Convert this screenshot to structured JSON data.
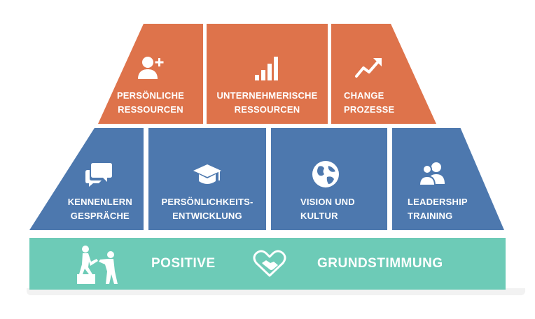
{
  "pyramid": {
    "top_row": [
      {
        "label_line1": "PERSÖNLICHE",
        "label_line2": "RESSOURCEN",
        "icon": "user-plus-icon"
      },
      {
        "label_line1": "UNTERNEHMERISCHE",
        "label_line2": "RESSOURCEN",
        "icon": "bar-chart-icon"
      },
      {
        "label_line1": "CHANGE",
        "label_line2": "PROZESSE",
        "icon": "trend-up-icon"
      }
    ],
    "middle_row": [
      {
        "label_line1": "KENNENLERN",
        "label_line2": "GESPRÄCHE",
        "icon": "chat-bubbles-icon"
      },
      {
        "label_line1": "PERSÖNLICHKEITS-",
        "label_line2": "ENTWICKLUNG",
        "icon": "graduation-cap-icon"
      },
      {
        "label_line1": "VISION UND",
        "label_line2": "KULTUR",
        "icon": "globe-icon"
      },
      {
        "label_line1": "LEADERSHIP",
        "label_line2": "TRAINING",
        "icon": "users-icon"
      }
    ],
    "base": {
      "left_text": "POSITIVE",
      "right_text": "GRUNDSTIMMUNG",
      "left_icon": "helping-hand-climb-icon",
      "center_icon": "heart-handshake-icon"
    }
  },
  "colors": {
    "orange": "#de734b",
    "blue": "#4d78ae",
    "teal": "#6dcbb7",
    "white": "#ffffff"
  }
}
